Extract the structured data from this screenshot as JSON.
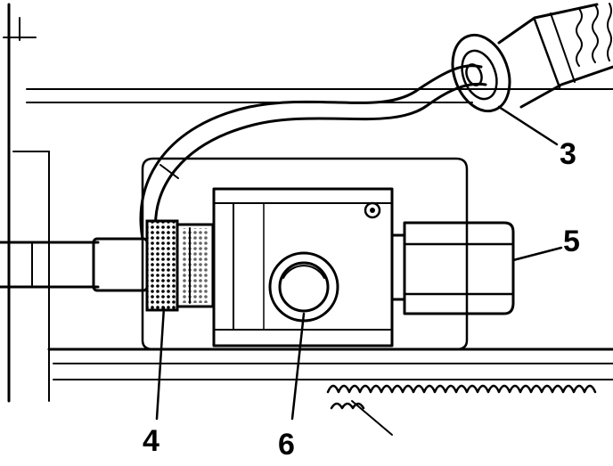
{
  "diagram": {
    "callouts": [
      {
        "id": "3",
        "label": "3"
      },
      {
        "id": "4",
        "label": "4"
      },
      {
        "id": "5",
        "label": "5"
      },
      {
        "id": "6",
        "label": "6"
      }
    ],
    "colors": {
      "ink": "#000000",
      "paper": "#ffffff"
    }
  }
}
